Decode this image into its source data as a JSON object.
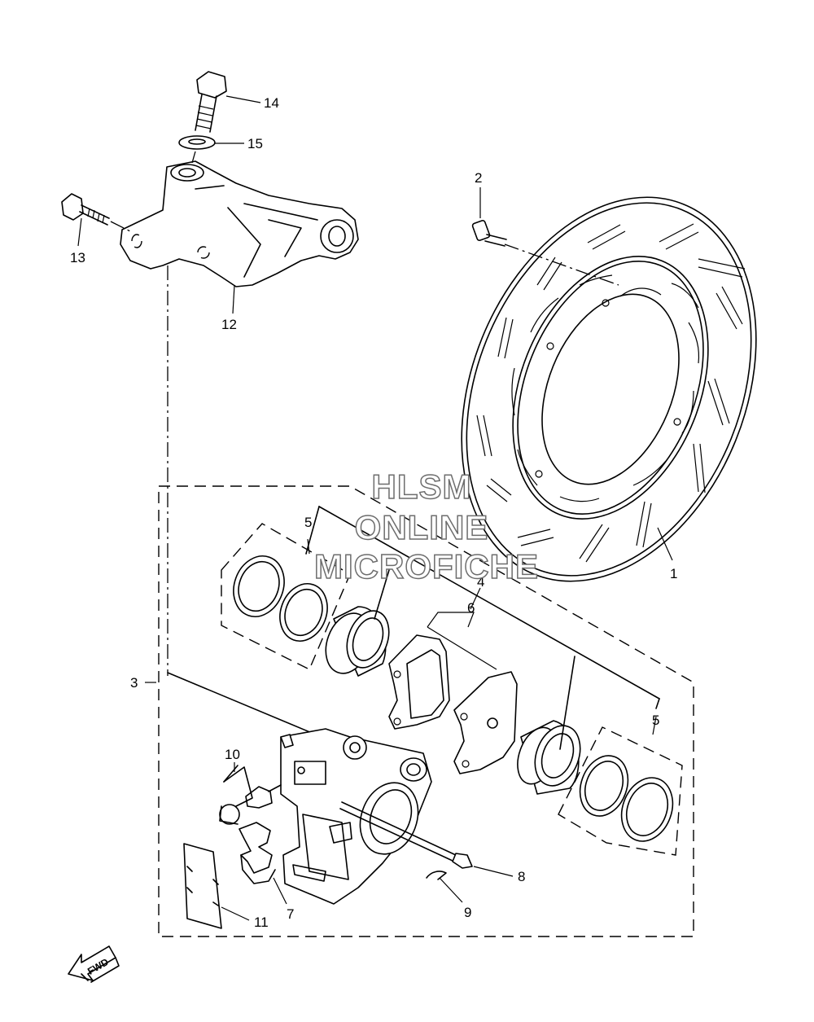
{
  "diagram": {
    "callouts": [
      {
        "id": "c1",
        "label": "1"
      },
      {
        "id": "c2",
        "label": "2"
      },
      {
        "id": "c3",
        "label": "3"
      },
      {
        "id": "c4",
        "label": "4"
      },
      {
        "id": "c5a",
        "label": "5"
      },
      {
        "id": "c5b",
        "label": "5"
      },
      {
        "id": "c6",
        "label": "6"
      },
      {
        "id": "c7",
        "label": "7"
      },
      {
        "id": "c8",
        "label": "8"
      },
      {
        "id": "c9",
        "label": "9"
      },
      {
        "id": "c10",
        "label": "10"
      },
      {
        "id": "c11",
        "label": "11"
      },
      {
        "id": "c12",
        "label": "12"
      },
      {
        "id": "c13",
        "label": "13"
      },
      {
        "id": "c14",
        "label": "14"
      },
      {
        "id": "c15",
        "label": "15"
      }
    ],
    "direction_marker": "FWD"
  },
  "watermark": {
    "line1": "HLSM",
    "line2": "ONLINE",
    "line3": "MICROFICHE"
  }
}
